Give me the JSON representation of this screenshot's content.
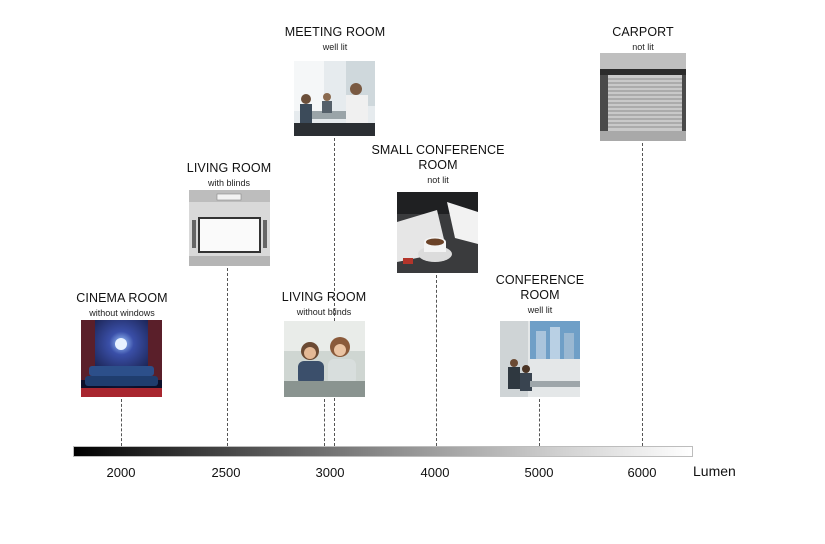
{
  "axis": {
    "unit": "Lumen",
    "ticks": [
      2000,
      2500,
      3000,
      4000,
      5000,
      6000
    ],
    "gradient": [
      "#000000",
      "#ffffff"
    ]
  },
  "rooms": [
    {
      "id": "cinema",
      "title": "CINEMA ROOM",
      "subtitle": "without windows",
      "lumen": 1950,
      "photo_icon": "cinema-photo-icon"
    },
    {
      "id": "living-blinds",
      "title": "LIVING ROOM",
      "subtitle": "with blinds",
      "lumen": 2500,
      "photo_icon": "projector-screen-photo-icon"
    },
    {
      "id": "meeting",
      "title": "MEETING ROOM",
      "subtitle": "well lit",
      "lumen": 3050,
      "photo_icon": "meeting-photo-icon"
    },
    {
      "id": "living-no-blinds",
      "title": "LIVING ROOM",
      "subtitle": "without blinds",
      "lumen": 2950,
      "photo_icon": "people-sofa-photo-icon"
    },
    {
      "id": "small-conf",
      "title": "SMALL CONFERENCE ROOM",
      "title_lines": [
        "SMALL CONFERENCE",
        "ROOM"
      ],
      "subtitle": "not lit",
      "lumen": 4000,
      "photo_icon": "coffee-desk-photo-icon"
    },
    {
      "id": "conference",
      "title": "CONFERENCE ROOM",
      "title_lines": [
        "CONFERENCE",
        "ROOM"
      ],
      "subtitle": "well lit",
      "lumen": 5000,
      "photo_icon": "conference-screen-photo-icon"
    },
    {
      "id": "carport",
      "title": "CARPORT",
      "subtitle": "not lit",
      "lumen": 6000,
      "photo_icon": "garage-door-photo-icon"
    }
  ]
}
